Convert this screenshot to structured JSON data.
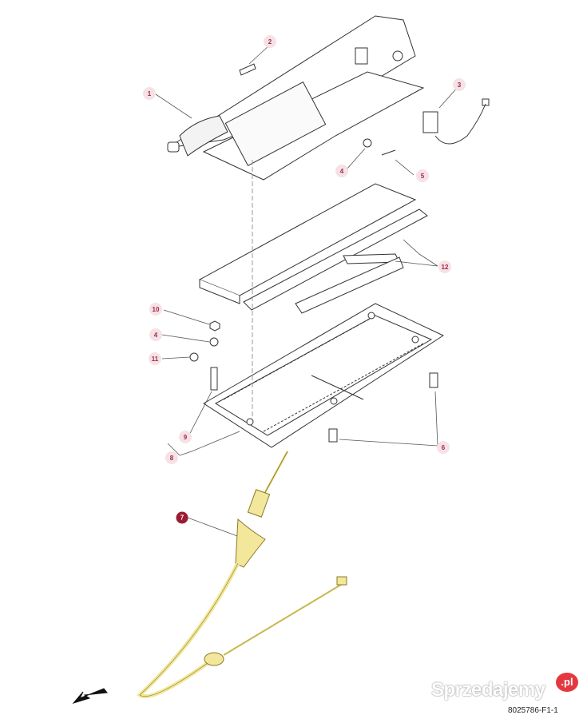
{
  "diagram": {
    "callouts": [
      {
        "id": "c1",
        "label": "1"
      },
      {
        "id": "c2",
        "label": "2"
      },
      {
        "id": "c3",
        "label": "3"
      },
      {
        "id": "c4a",
        "label": "4"
      },
      {
        "id": "c5",
        "label": "5"
      },
      {
        "id": "c12",
        "label": "12"
      },
      {
        "id": "c10",
        "label": "10"
      },
      {
        "id": "c4b",
        "label": "4"
      },
      {
        "id": "c11",
        "label": "11"
      },
      {
        "id": "c9",
        "label": "9"
      },
      {
        "id": "c8",
        "label": "8"
      },
      {
        "id": "c6",
        "label": "6"
      },
      {
        "id": "c7",
        "label": "7",
        "highlighted": true
      }
    ],
    "reference": "8025786-F1-1",
    "watermark": "Sprzedajemy",
    "watermark_suffix": ".pl",
    "colors": {
      "callout_bg": "#f6e1e6",
      "callout_text": "#9b2b46",
      "highlight": "#9b1b33",
      "cable": "#f2e79a"
    }
  }
}
